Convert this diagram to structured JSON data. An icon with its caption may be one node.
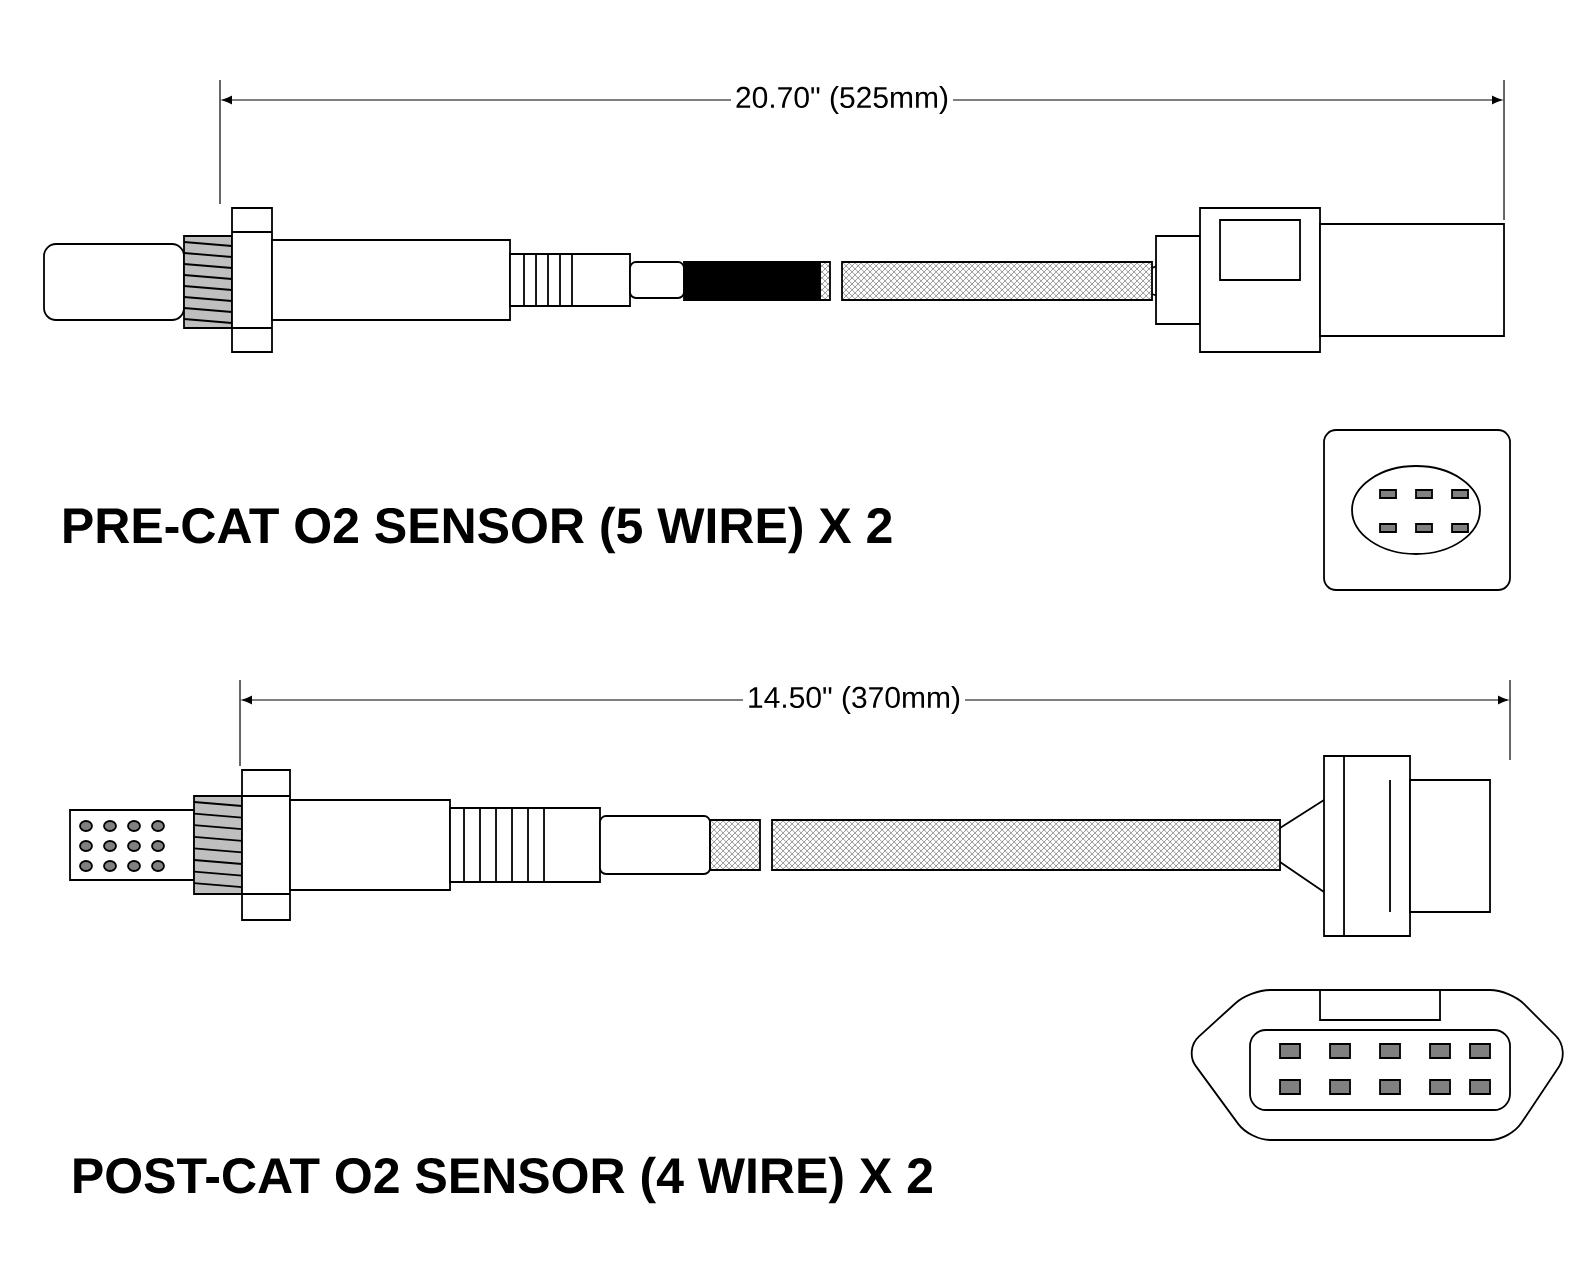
{
  "diagram": {
    "labels": [
      "20.70\" (525mm)",
      "PRE-CAT O2 SENSOR (5 WIRE) X 2",
      "14.50\" (370mm)",
      "POST-CAT O2 SENSOR (4 WIRE) X 2"
    ]
  }
}
